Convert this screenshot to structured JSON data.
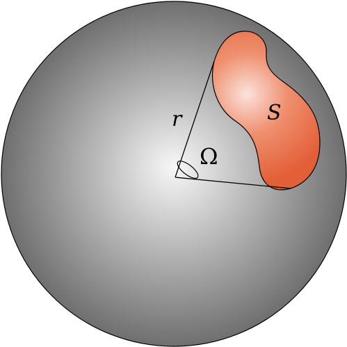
{
  "diagram": {
    "labels": {
      "radius": "r",
      "solid_angle": "Ω",
      "surface": "S"
    },
    "colors": {
      "sphere_highlight": "#f7f7f7",
      "sphere_mid": "#b9b9b9",
      "sphere_edge": "#6f6f6f",
      "patch_highlight": "#fbe2dc",
      "patch_mid": "#ef906f",
      "patch_edge": "#e35f38",
      "stroke": "#000000"
    }
  }
}
